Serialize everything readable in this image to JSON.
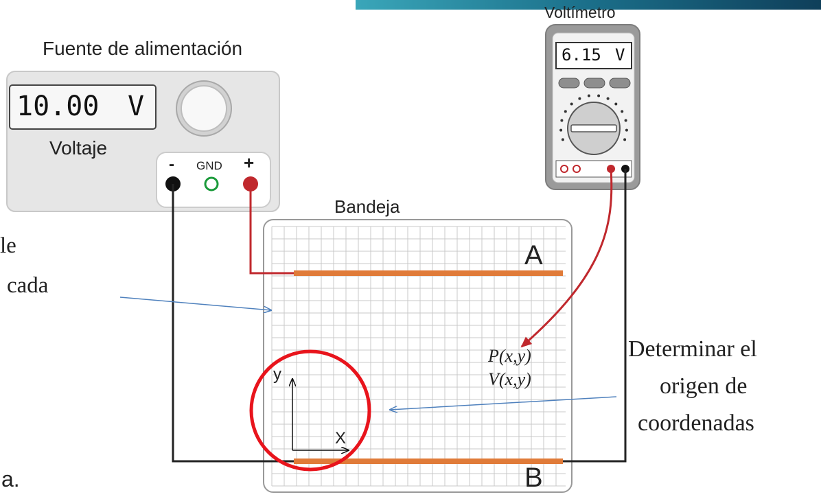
{
  "source": {
    "title": "Fuente de alimentación",
    "display_value": "10.00",
    "display_unit": "V",
    "knob_label": "Voltaje",
    "terminal_neg": "-",
    "terminal_gnd": "GND",
    "terminal_pos": "+"
  },
  "voltmeter": {
    "title": "Voltímetro",
    "display_value": "6.15",
    "display_unit": "V"
  },
  "tray": {
    "title": "Bandeja",
    "electrode_a": "A",
    "electrode_b": "B",
    "point_label": "P(x,y)",
    "voltage_label": "V(x,y)",
    "axis_y": "y",
    "axis_x": "X"
  },
  "annotations": {
    "left_partial_1": "le",
    "left_partial_2": "cada",
    "right_line1": "Determinar el",
    "right_line2": "origen de",
    "right_line3": "coordenadas",
    "figure_label": "a."
  },
  "colors": {
    "electrode": "#e07b39",
    "red_wire": "#c0282d",
    "black_wire": "#222222",
    "arrow_blue": "#4f81bd",
    "circle_red": "#e8141c",
    "panel_gray": "#e6e6e6",
    "meter_gray": "#9a9a9a",
    "banner_teal": "#1b6f8a"
  }
}
